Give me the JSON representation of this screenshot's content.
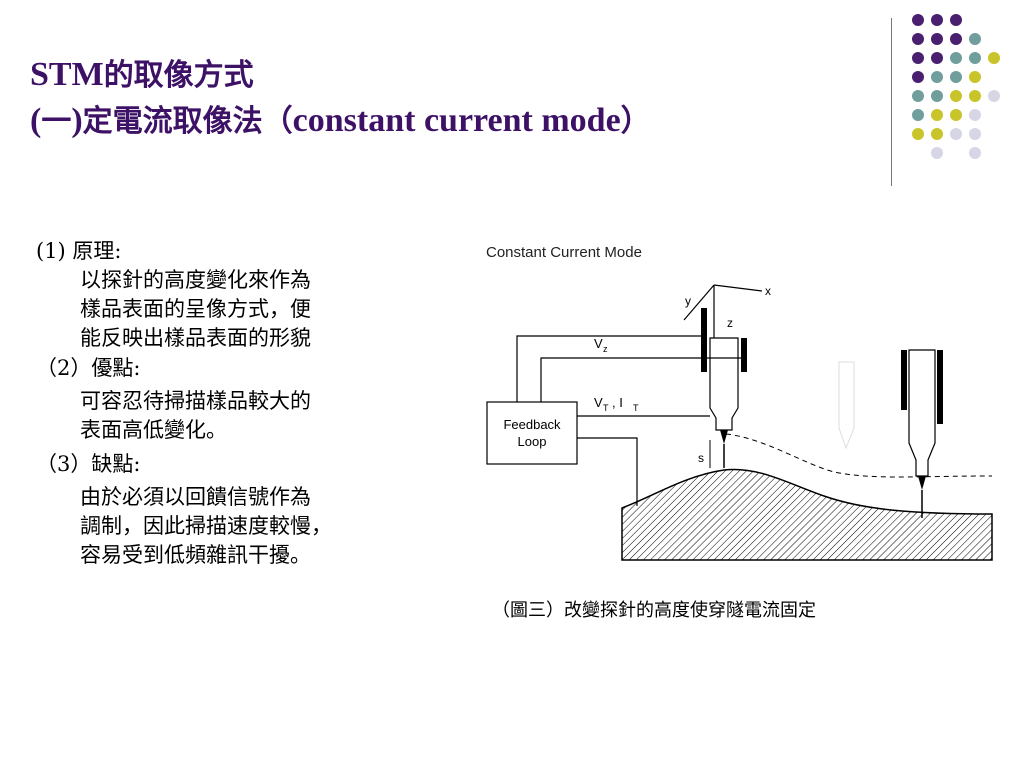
{
  "title": {
    "line1": {
      "latin": "STM",
      "cjk": "的取像方式"
    },
    "line2": {
      "prefix": "(",
      "num": "一",
      "mid": ")",
      "cjk": "定電流取像法",
      "paren_open": "（",
      "latin": "constant current mode",
      "paren_close": "）"
    }
  },
  "decor": {
    "colors": {
      "purple": "#4b1f6f",
      "teal": "#6f9e9c",
      "olive": "#c9c42a",
      "lavender": "#d6d6e6"
    }
  },
  "sections": [
    {
      "heading": "(1) 原理:",
      "lines": [
        "以探針的高度變化來作為",
        "樣品表面的呈像方式，便",
        "能反映出樣品表面的形貌"
      ]
    },
    {
      "heading": "（2）優點:",
      "lines": [
        "可容忍待掃描樣品較大的",
        "表面高低變化。"
      ]
    },
    {
      "heading": "（3）缺點:",
      "lines": [
        "由於必須以回饋信號作為",
        "調制，因此掃描速度較慢，",
        "容易受到低頻雜訊干擾。"
      ]
    }
  ],
  "figure": {
    "title": "Constant  Current  Mode",
    "feedback_line1": "Feedback",
    "feedback_line2": "Loop",
    "label_vz": "V",
    "label_vz_sub": "z",
    "label_vt": "V",
    "label_vt_sub": "T",
    "label_it": ", I",
    "label_it_sub": "T",
    "label_s": "s",
    "axis_x": "x",
    "axis_y": "y",
    "axis_z": "z"
  },
  "caption": "（圖三）改變探針的高度使穿隧電流固定"
}
